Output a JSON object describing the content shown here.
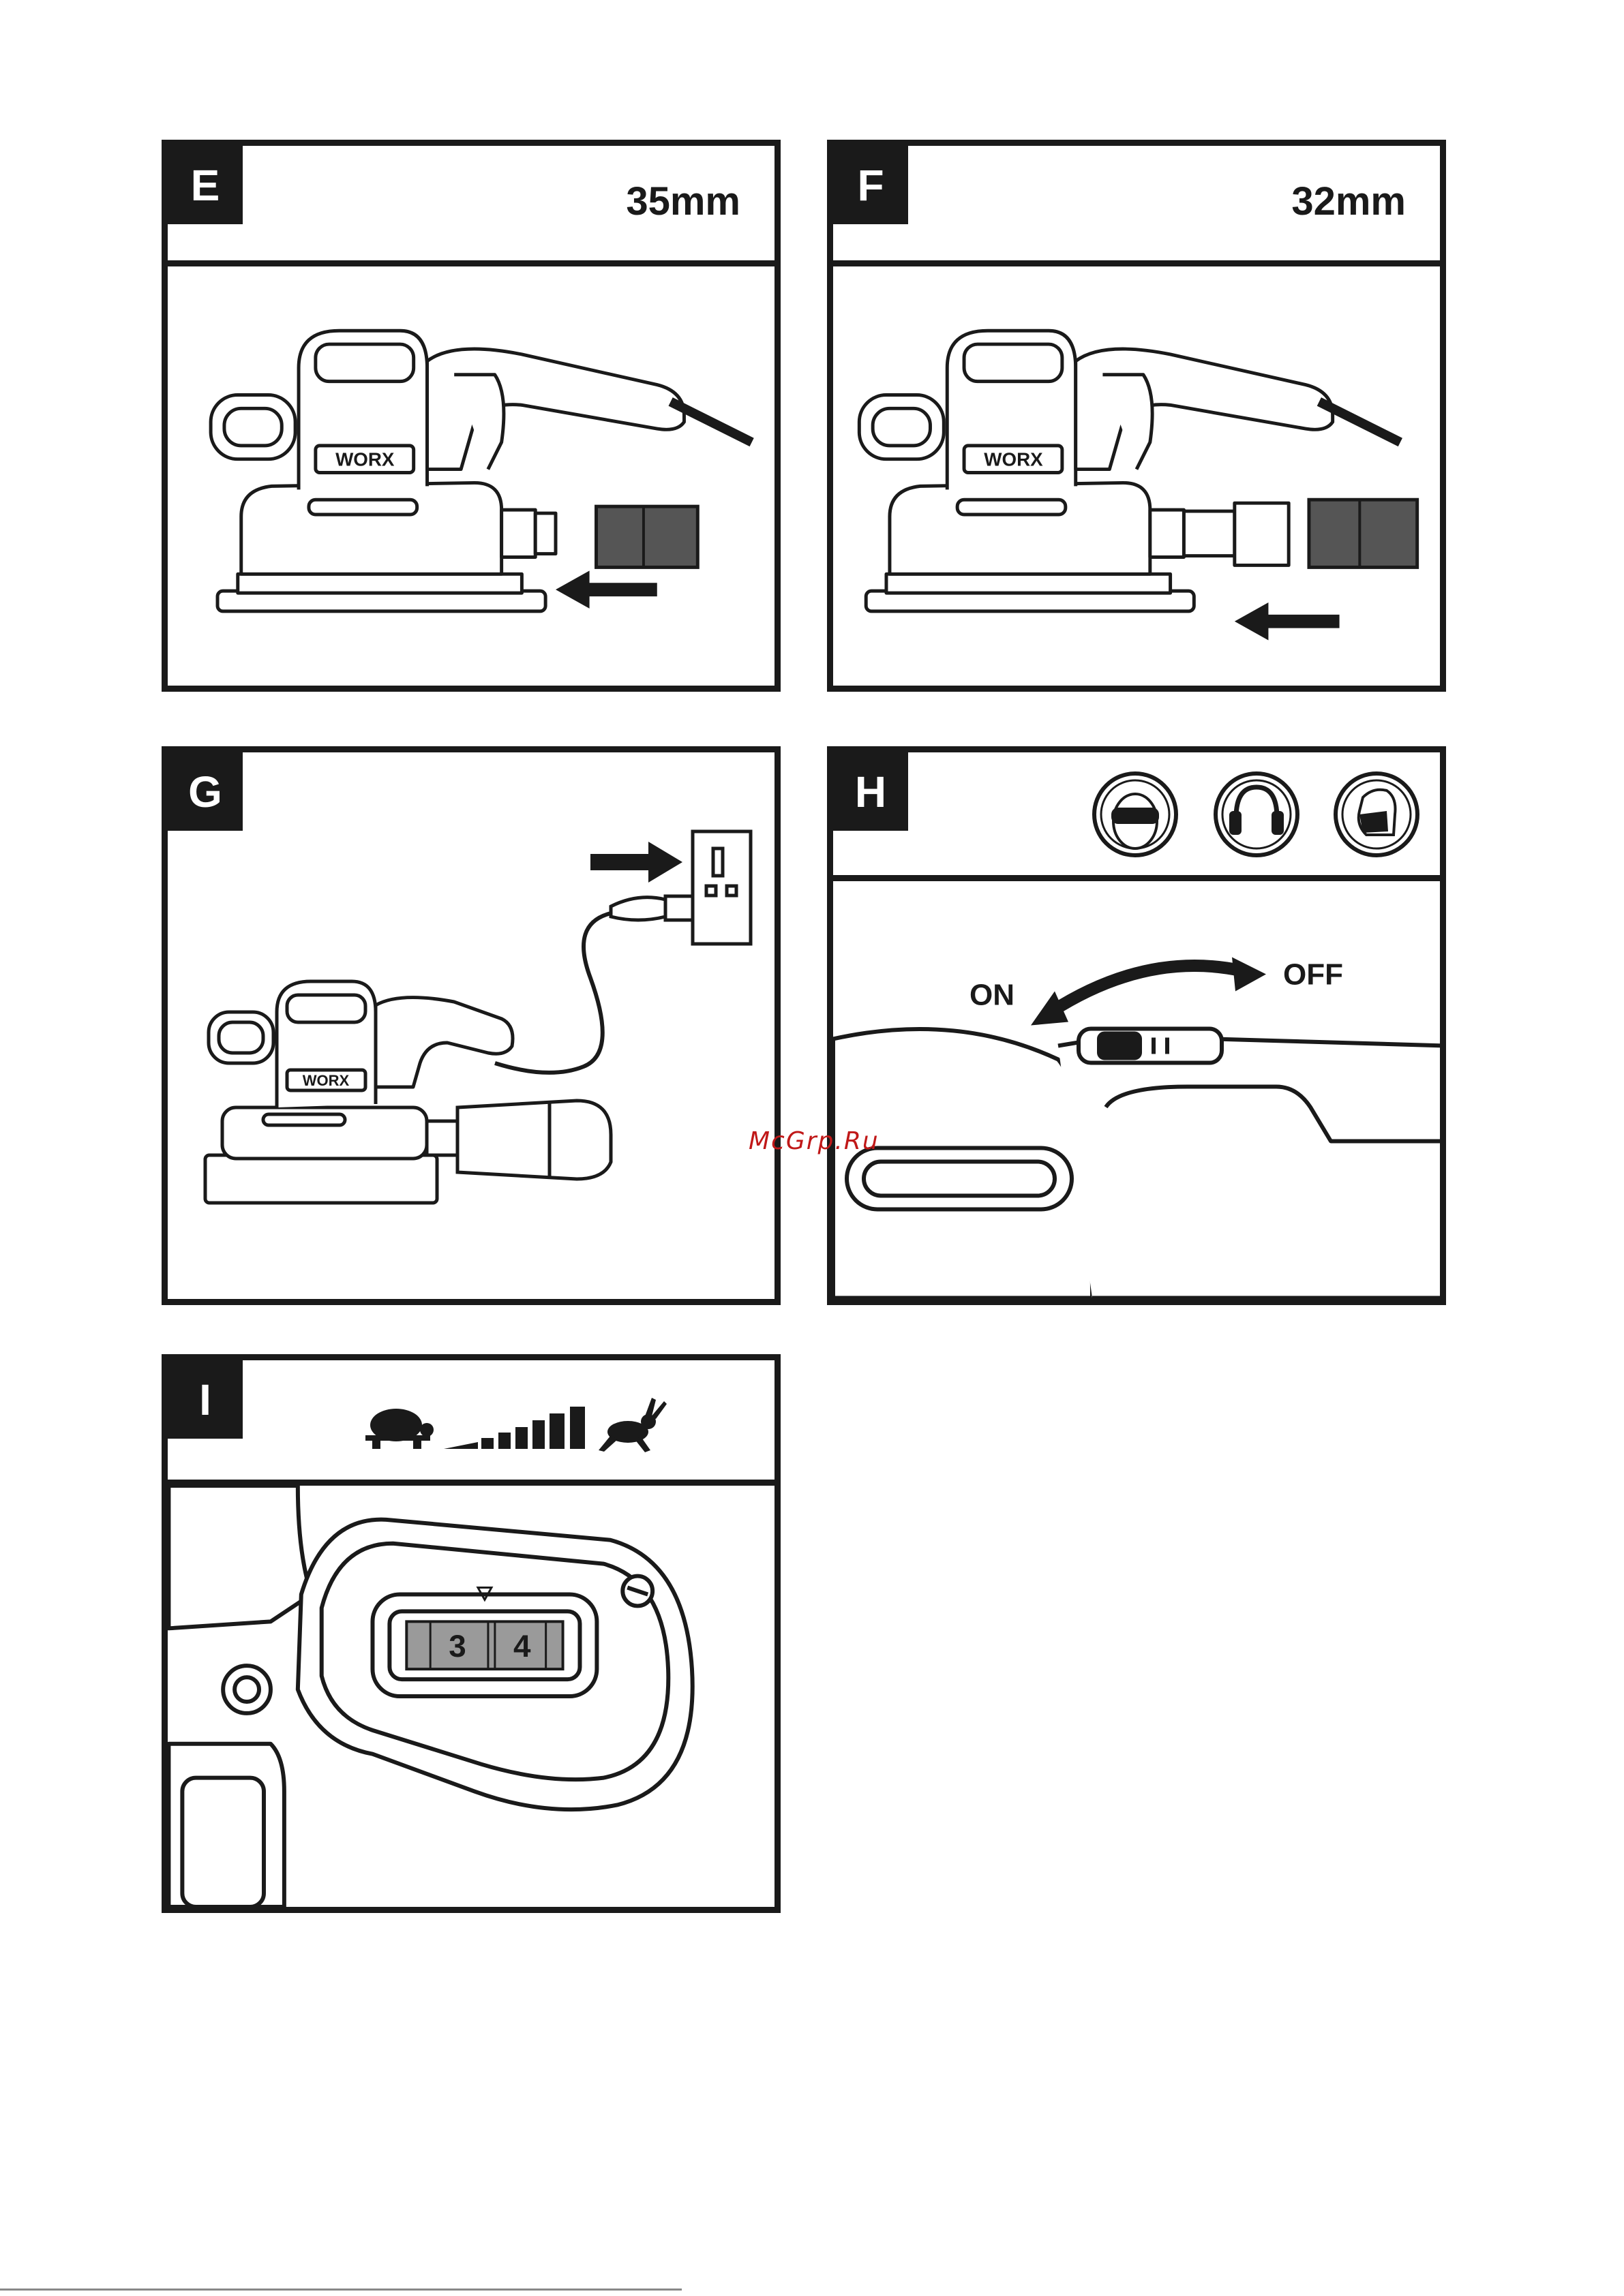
{
  "panels": {
    "e": {
      "badge": "E",
      "size": "35mm",
      "brand": "WORX"
    },
    "f": {
      "badge": "F",
      "size": "32mm",
      "brand": "WORX"
    },
    "g": {
      "badge": "G",
      "brand": "WORX"
    },
    "h": {
      "badge": "H",
      "on_label": "ON",
      "off_label": "OFF",
      "icons": [
        "safety-goggles-icon",
        "ear-protection-icon",
        "dust-mask-icon"
      ]
    },
    "i": {
      "badge": "I",
      "dial_left": "3",
      "dial_right": "4",
      "icons": [
        "tortoise-icon",
        "speed-bars-icon",
        "hare-icon"
      ]
    }
  },
  "watermark": "McGrp.Ru"
}
